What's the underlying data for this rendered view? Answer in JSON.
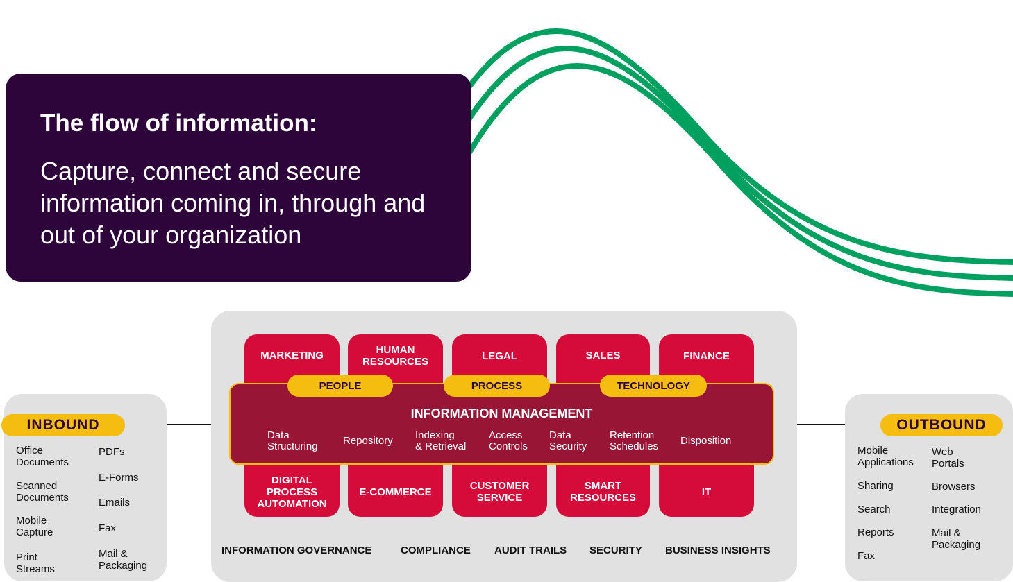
{
  "hero": {
    "title": "The flow of information:",
    "subtitle": "Capture, connect and secure information coming in, through and out of your organization"
  },
  "inbound": {
    "label": "INBOUND",
    "items": [
      "Office\nDocuments",
      "Scanned\nDocuments",
      "Mobile\nCapture",
      "Print\nStreams",
      "PDFs",
      "E-Forms",
      "Emails",
      "Fax",
      "Mail &\nPackaging"
    ]
  },
  "outbound": {
    "label": "OUTBOUND",
    "items": [
      "Mobile\nApplications",
      "Sharing",
      "Search",
      "Reports",
      "Fax",
      "Web\nPortals",
      "Browsers",
      "Integration",
      "Mail &\nPackaging"
    ]
  },
  "departments_top": [
    "MARKETING",
    "HUMAN\nRESOURCES",
    "LEGAL",
    "SALES",
    "FINANCE"
  ],
  "departments_bottom": [
    "DIGITAL\nPROCESS\nAUTOMATION",
    "E-COMMERCE",
    "CUSTOMER\nSERVICE",
    "SMART\nRESOURCES",
    "IT"
  ],
  "pillars": [
    "PEOPLE",
    "PROCESS",
    "TECHNOLOGY"
  ],
  "information_management": {
    "title": "INFORMATION MANAGEMENT",
    "items": [
      "Data\nStructuring",
      "Repository",
      "Indexing\n& Retrieval",
      "Access\nControls",
      "Data\nSecurity",
      "Retention\nSchedules",
      "Disposition"
    ]
  },
  "footer": [
    "INFORMATION GOVERNANCE",
    "COMPLIANCE",
    "AUDIT TRAILS",
    "SECURITY",
    "BUSINESS INSIGHTS"
  ],
  "colors": {
    "hero_bg": "#2e053b",
    "wave_green": "#00a160",
    "department_red": "#d50b3a",
    "im_maroon": "#991535",
    "accent_yellow": "#f4bd0f",
    "panel_gray": "#e1e1e1"
  }
}
